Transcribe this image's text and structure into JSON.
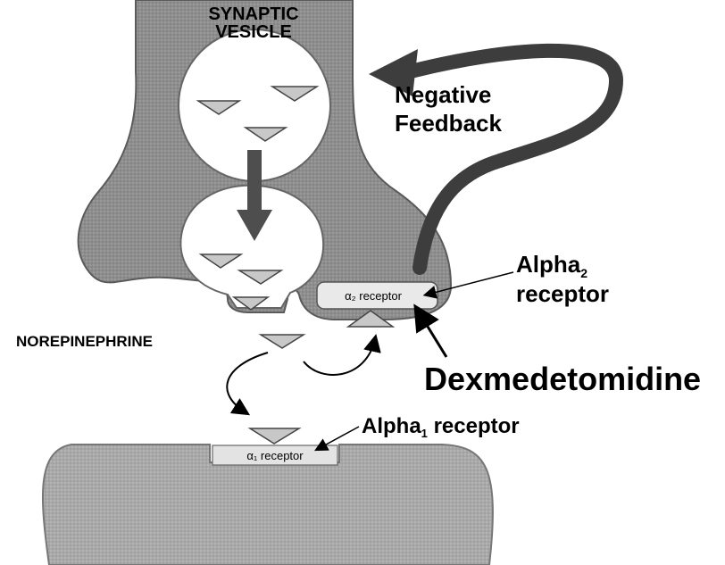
{
  "diagram": {
    "vesicle_label_line1": "SYNAPTIC",
    "vesicle_label_line2": "VESICLE",
    "feedback_line1": "Negative",
    "feedback_line2": "Feedback",
    "alpha2_label_line1": "Alpha",
    "alpha2_label_subscript": "2",
    "alpha2_label_line2": "receptor",
    "alpha2_tag": "α₂ receptor",
    "neurotransmitter_label": "NOREPINEPHRINE",
    "drug_label": "Dexmedetomidine",
    "alpha1_label_main": "Alpha",
    "alpha1_label_subscript": "1",
    "alpha1_label_rest": " receptor",
    "alpha1_tag": "α₁ receptor"
  },
  "colors": {
    "neuron_fill": "#8e8e8e",
    "postsynaptic_fill": "#a9a9a9",
    "triangle_fill": "#c8c8c8",
    "arrow_dark": "#555555",
    "vesicle_fill": "#ffffff"
  }
}
